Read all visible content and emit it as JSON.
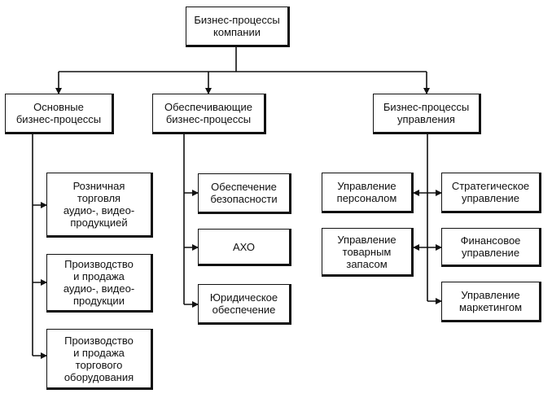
{
  "root": {
    "label": "Бизнес-процессы\nкомпании"
  },
  "categories": [
    {
      "label": "Основные\nбизнес-процессы"
    },
    {
      "label": "Обеспечивающие\nбизнес-процессы"
    },
    {
      "label": "Бизнес-процессы\nуправления"
    }
  ],
  "main_processes": [
    {
      "label": "Розничная\nторговля\nаудио-, видео-\nпродукцией"
    },
    {
      "label": "Производство\nи продажа\nаудио-, видео-\nпродукции"
    },
    {
      "label": "Производство\nи продажа\nторгового\nоборудования"
    }
  ],
  "support_processes": [
    {
      "label": "Обеспечение\nбезопасности"
    },
    {
      "label": "АХО"
    },
    {
      "label": "Юридическое\nобеспечение"
    }
  ],
  "management_left": [
    {
      "label": "Управление\nперсоналом"
    },
    {
      "label": "Управление\nтоварным\nзапасом"
    }
  ],
  "management_right": [
    {
      "label": "Стратегическое\nуправление"
    },
    {
      "label": "Финансовое\nуправление"
    },
    {
      "label": "Управление\nмаркетингом"
    }
  ]
}
